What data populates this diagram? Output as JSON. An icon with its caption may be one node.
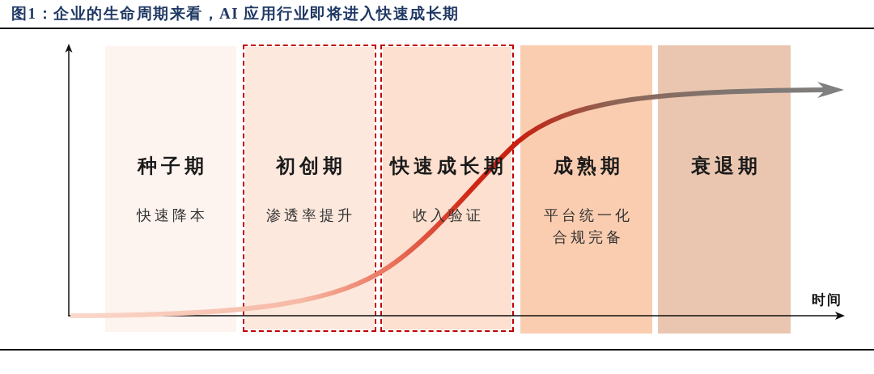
{
  "diagram": {
    "title": "图1：企业的生命周期来看，AI 应用行业即将进入快速成长期",
    "nodes": [
      {
        "text": [
          "种子期",
          "快速降本"
        ]
      },
      {
        "text": [],
        "shape": "box"
      },
      {
        "text": [
          "初创期",
          "渗透率提升"
        ],
        "in": 1
      },
      {
        "text": [],
        "shape": "box"
      },
      {
        "text": [
          "快速成长期",
          "收入验证"
        ],
        "in": 3
      },
      {
        "text": [
          "成熟期",
          "平台统一化",
          "合规完备"
        ]
      },
      {
        "text": [
          "衰退期"
        ]
      }
    ],
    "labels": [
      "时间"
    ]
  }
}
